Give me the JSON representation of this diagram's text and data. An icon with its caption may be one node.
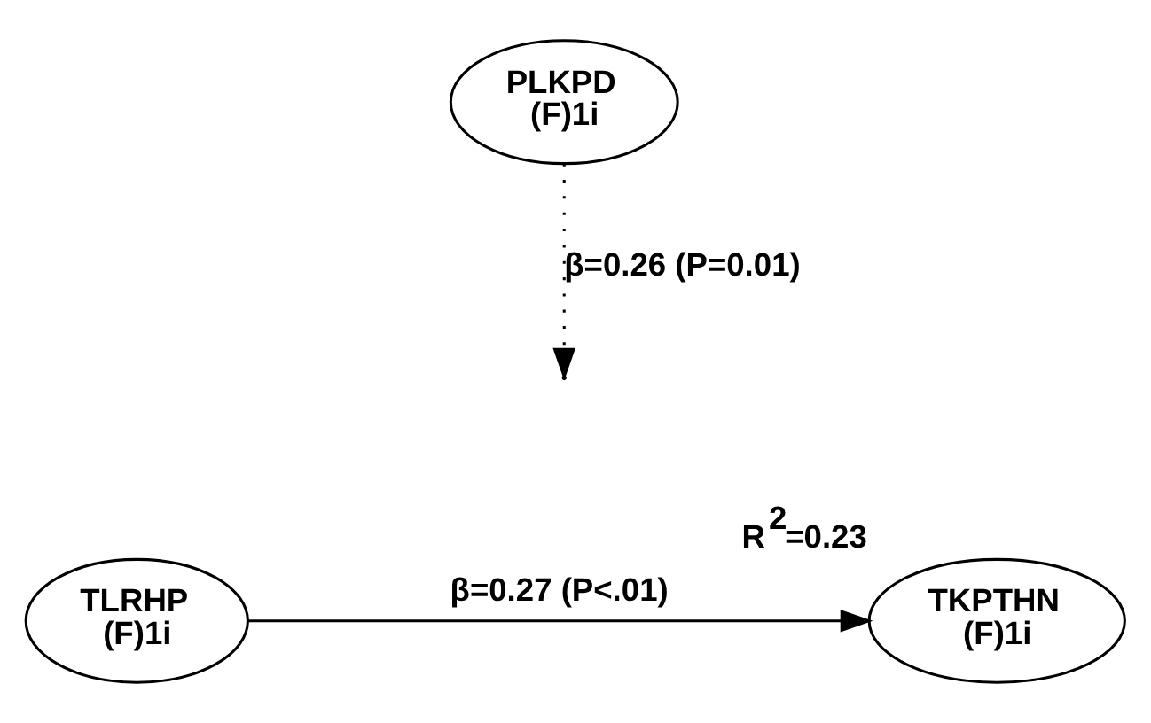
{
  "diagram": {
    "nodes": [
      {
        "text": [
          "PLKPD",
          "(F)1i"
        ]
      },
      {
        "text": [
          "TLRHP",
          "(F)1i"
        ]
      },
      {
        "text": [
          "TKPTHN",
          "(F)1i"
        ],
        "beside": [
          "R$^{2}$=0.23"
        ]
      }
    ],
    "edges": [
      {
        "from": 1,
        "to": 2,
        "arrow": "to",
        "label": "β=0.27 (P<.01)"
      },
      {
        "from": 0,
        "to": null,
        "arrow": "to",
        "label": "β=0.26 (P=0.01)",
        "style": "dashed"
      }
    ]
  }
}
